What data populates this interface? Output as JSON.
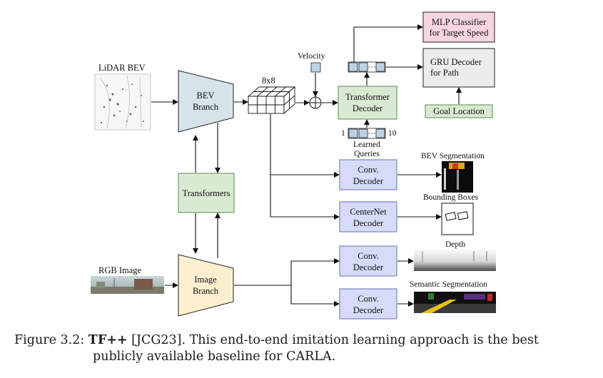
{
  "diagram": {
    "inputs": {
      "lidar_label": "LiDAR BEV",
      "rgb_label": "RGB Image",
      "velocity_label": "Velocity"
    },
    "blocks": {
      "bev_branch": [
        "BEV",
        "Branch"
      ],
      "image_branch": [
        "Image",
        "Branch"
      ],
      "transformers": "Transformers",
      "grid_label": "8x8",
      "transformer_decoder": [
        "Transformer",
        "Decoder"
      ],
      "mlp_classifier": [
        "MLP Classifier",
        "for Target Speed"
      ],
      "gru_decoder": [
        "GRU Decoder",
        "for Path"
      ],
      "goal_location": "Goal Location",
      "queries_start": "1",
      "queries_end": "10",
      "learned_queries": [
        "Learned",
        "Queries"
      ],
      "conv_decoder": [
        "Conv.",
        "Decoder"
      ],
      "centernet_decoder": [
        "CenterNet",
        "Decoder"
      ]
    },
    "outputs": {
      "bev_segmentation": "BEV Segmentation",
      "bounding_boxes": "Bounding Boxes",
      "depth": "Depth",
      "semantic_segmentation": "Semantic Segmentation"
    },
    "colors": {
      "bev_branch_fill": "#d5e3ea",
      "image_branch_fill": "#fbefcf",
      "green_fill": "#d9ead3",
      "green_stroke": "#5a8a4e",
      "blue_fill": "#d6dcf7",
      "blue_stroke": "#6670b8",
      "pink_fill": "#f6d5df",
      "gray_fill": "#ececec",
      "token_fill": "#bcd3e6"
    }
  },
  "caption": {
    "prefix": "Figure 3.2: ",
    "bold": "TF++",
    "line1_rest": " [JCG23]. This end-to-end imitation learning approach is the best",
    "line2": "publicly available baseline for CARLA."
  }
}
